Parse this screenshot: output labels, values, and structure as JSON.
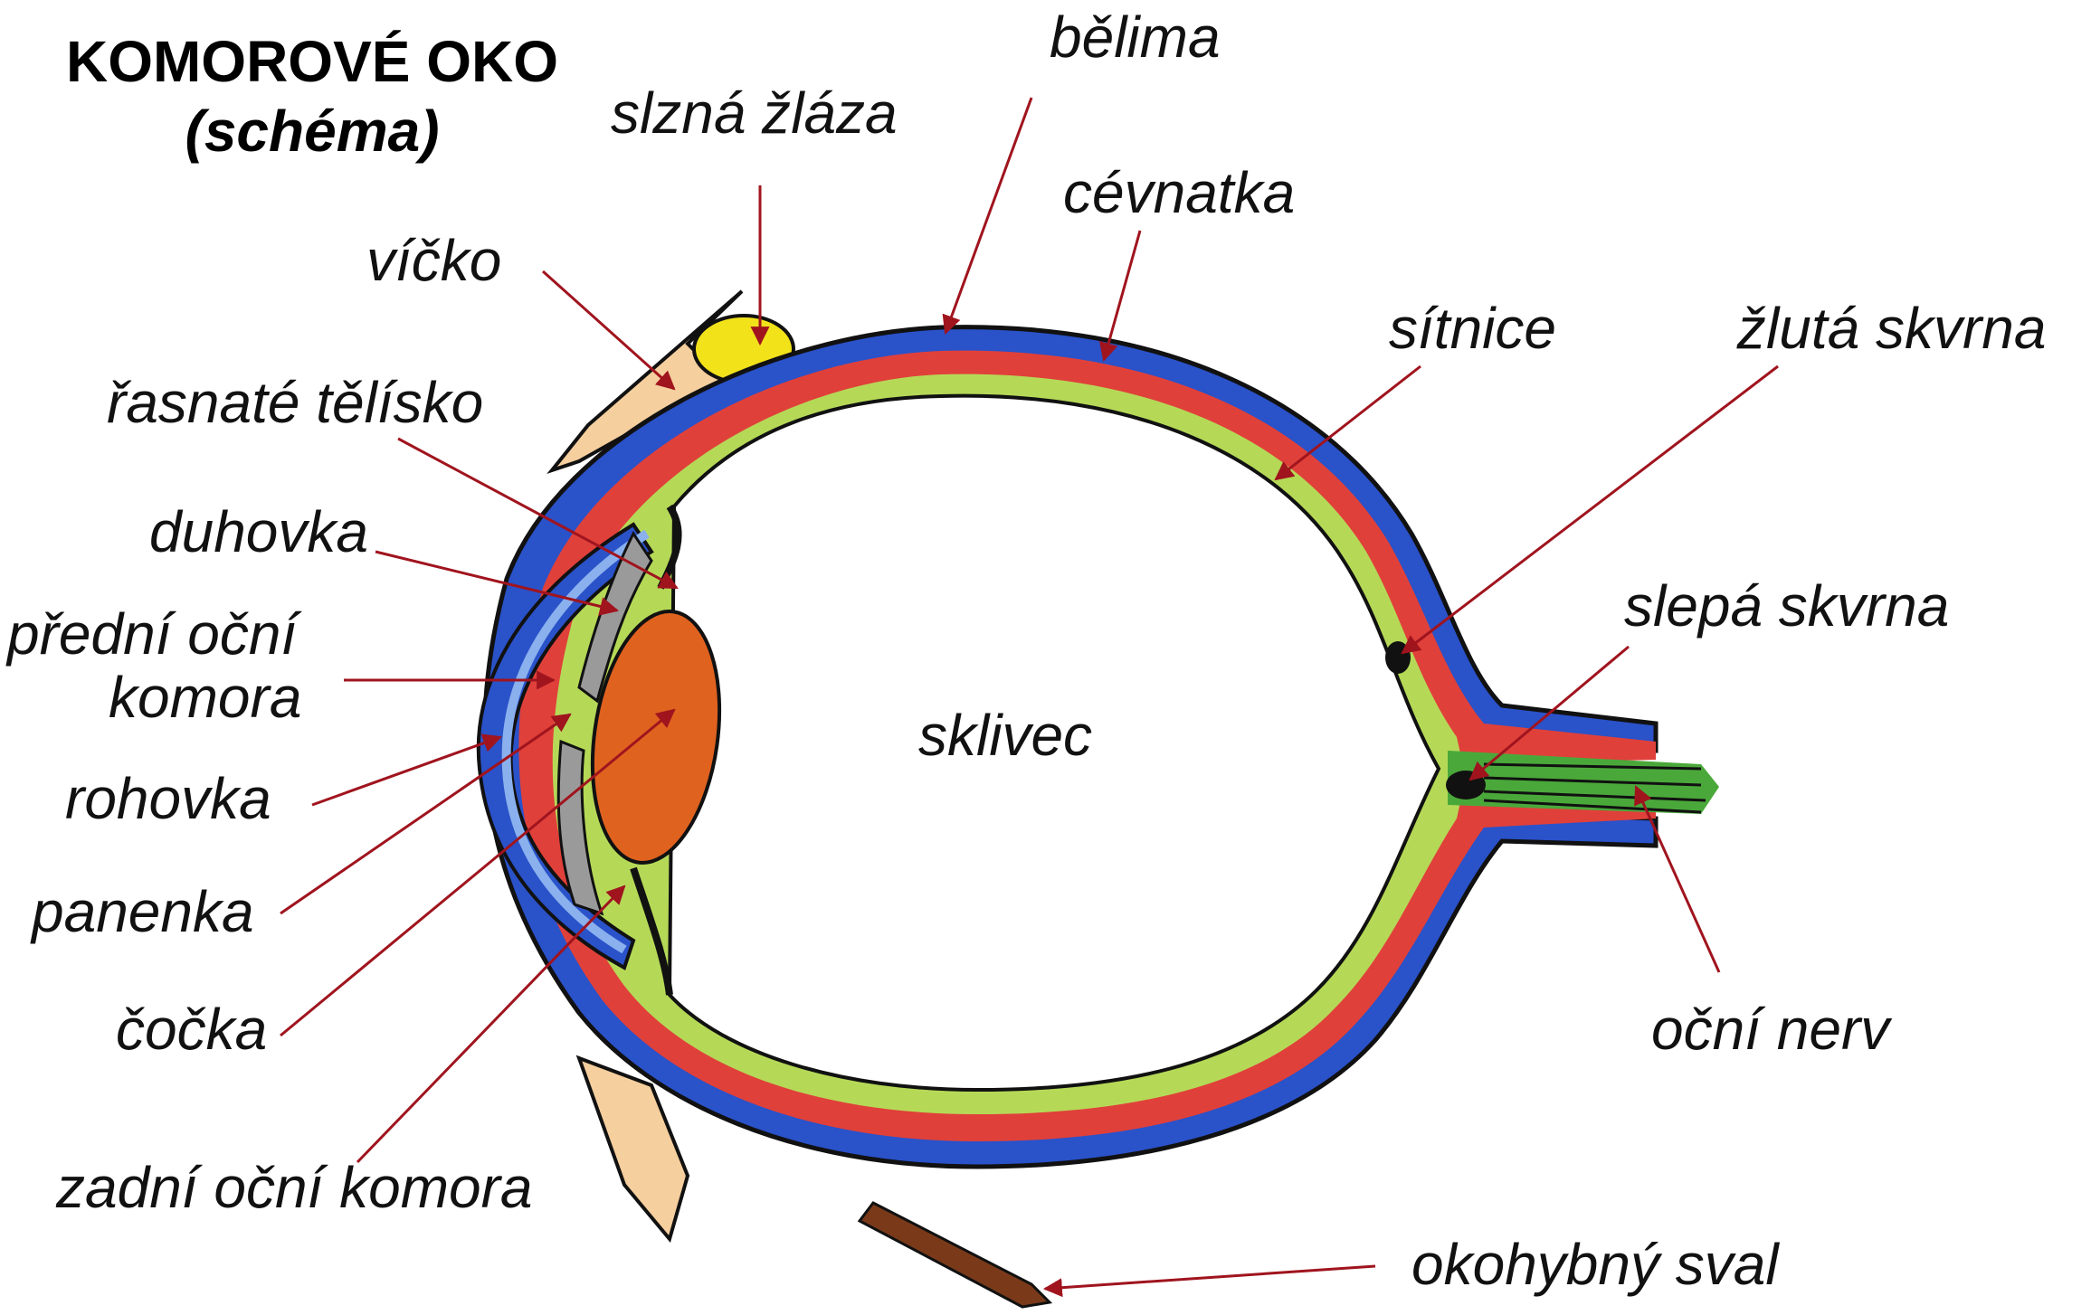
{
  "title": {
    "main": "KOMOROVÉ  OKO",
    "sub": "(schéma)"
  },
  "labels": {
    "belima": "bělima",
    "slzna_zlaza": "slzná žláza",
    "cevnatka": "cévnatka",
    "vicko": "víčko",
    "sitnice": "sítnice",
    "zluta_skvrna": "žlutá skvrna",
    "rasnate_telisko": "řasnaté tělísko",
    "duhovka": "duhovka",
    "predni_ocni_komora_1": "přední oční",
    "predni_ocni_komora_2": "komora",
    "slepa_skvrna": "slepá skvrna",
    "sklivec": "sklivec",
    "rohovka": "rohovka",
    "panenka": "panenka",
    "cocka": "čočka",
    "ocni_nerv": "oční nerv",
    "zadni_ocni_komora": "zadní oční komora",
    "okohybny_sval": "okohybný sval"
  },
  "colors": {
    "sclera": "#2a52c9",
    "choroid": "#e0403a",
    "retina": "#b5d957",
    "lens": "#e0621f",
    "lacrimal_gland": "#f2e21a",
    "eyelid": "#f6cf9e",
    "iris": "#9a9a9a",
    "nerve": "#4aa83a",
    "muscle": "#7a3a1a",
    "pointer": "#a0141e"
  }
}
